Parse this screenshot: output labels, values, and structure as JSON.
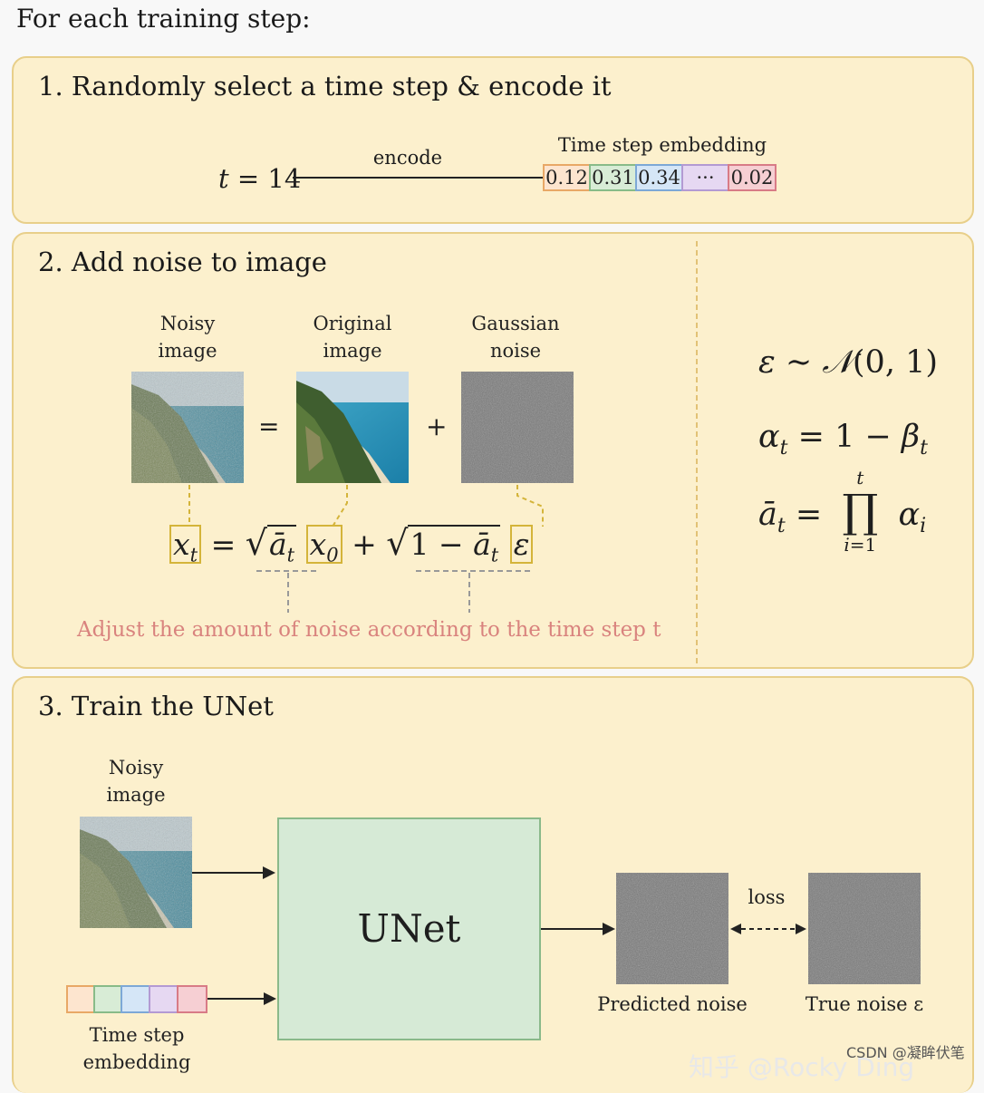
{
  "header": {
    "title": "For each training step:"
  },
  "step1": {
    "title": "1. Randomly select a time step & encode it",
    "t_var": "t",
    "t_eq": "= 14",
    "arrow_label": "encode",
    "embedding_label": "Time step embedding",
    "embedding_values": [
      "0.12",
      "0.31",
      "0.34",
      "···",
      "0.02"
    ]
  },
  "step2": {
    "title": "2. Add noise to image",
    "noisy_label": [
      "Noisy",
      "image"
    ],
    "original_label": [
      "Original",
      "image"
    ],
    "gaussian_label": [
      "Gaussian",
      "noise"
    ],
    "equals": "=",
    "plus": "+",
    "note": "Adjust the amount of noise according to the time step t",
    "note_color": "#d9837e"
  },
  "step3": {
    "title": "3. Train the UNet",
    "noisy_label": [
      "Noisy",
      "image"
    ],
    "unet_label": "UNet",
    "loss_label": "loss",
    "predicted_label": "Predicted noise",
    "true_label": "True noise ε",
    "embedding_label": [
      "Time step",
      "embedding"
    ]
  },
  "watermark": {
    "csdn": "CSDN @凝眸伏笔",
    "zhihu": "知乎 @Rocky Ding"
  },
  "colors": {
    "panel_bg": "#fcf0cd",
    "panel_border": "#e8cf8a",
    "emb": [
      {
        "fill": "#fde5cf",
        "stroke": "#e8a866"
      },
      {
        "fill": "#d8ecd6",
        "stroke": "#88bb88"
      },
      {
        "fill": "#d5e6f7",
        "stroke": "#7da8d6"
      },
      {
        "fill": "#e6d8f2",
        "stroke": "#b39ad3"
      },
      {
        "fill": "#f6cfd3",
        "stroke": "#d87b86"
      }
    ],
    "unet_fill": "#d6ead6",
    "unet_border": "#8ab98a"
  }
}
